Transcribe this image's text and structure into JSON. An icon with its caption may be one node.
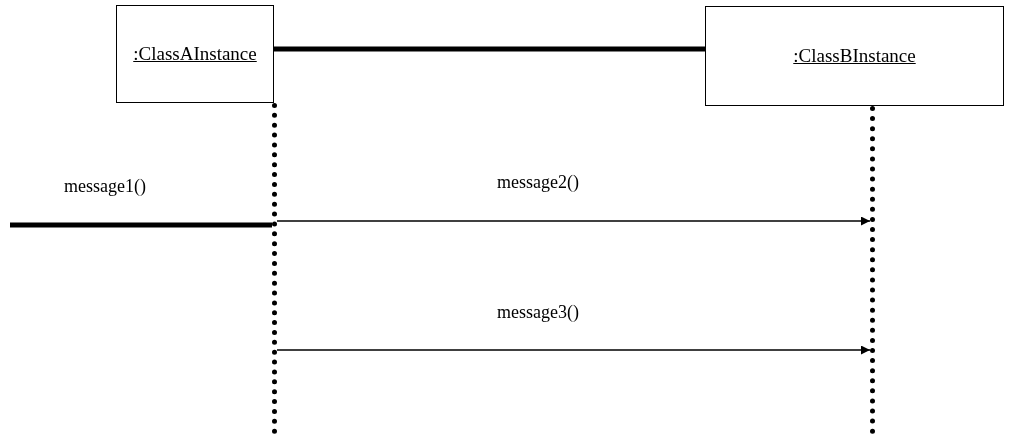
{
  "diagram": {
    "nodes": [
      {
        "text": [
          ":ClassAInstance"
        ]
      },
      {
        "text": [
          ":ClassBInstance"
        ]
      },
      {
        "text": [],
        "shape": "bar"
      },
      {
        "text": [],
        "shape": "bar"
      }
    ],
    "edges": [
      {
        "from": 0,
        "to": 1,
        "arrow": "none",
        "style": "thick"
      },
      {
        "from": null,
        "to": 2,
        "arrow": "none",
        "label": "message1()",
        "style": "thick"
      },
      {
        "from": 2,
        "to": 3,
        "arrow": "to",
        "label": "message2()"
      },
      {
        "from": 2,
        "to": 3,
        "arrow": "to",
        "label": "message3()"
      }
    ]
  }
}
